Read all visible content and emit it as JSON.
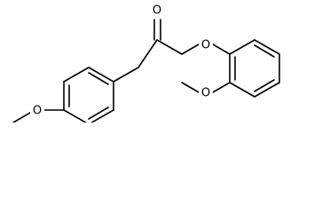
{
  "diagram": {
    "type": "chemical-structure",
    "atoms": {
      "carbonyl_oxygen": {
        "label": "O"
      },
      "ether_oxygen": {
        "label": "O"
      },
      "left_methoxy_oxygen": {
        "label": "O"
      },
      "right_methoxy_oxygen": {
        "label": "O"
      }
    },
    "colors": {
      "bond": "#000000",
      "label": "#000000",
      "background": "#ffffff"
    }
  }
}
